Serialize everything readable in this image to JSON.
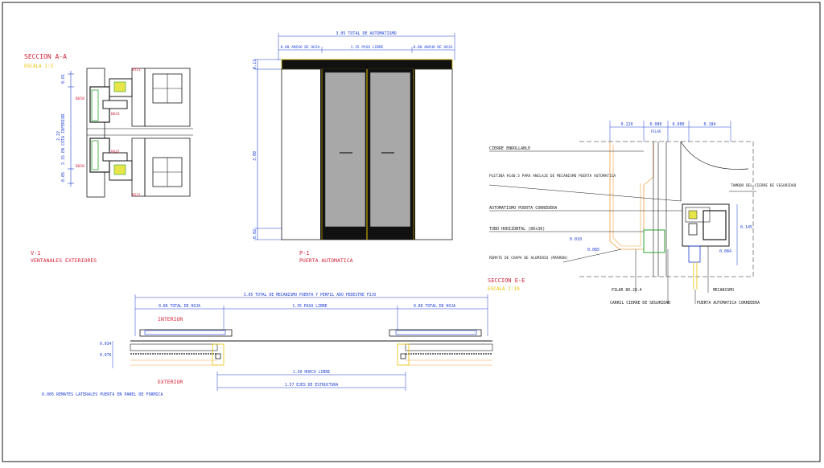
{
  "colors": {
    "background": "#ffffff",
    "line": "#1a1a1a",
    "dim": "#1f3fd6",
    "title_red": "#d3243a",
    "scale_yellow": "#e6c200",
    "frame_orange": "#f0a040",
    "green": "#2ca02c",
    "door_fill": "#a8a8a8",
    "header_dark": "#111111"
  },
  "section_aa": {
    "title": "SECCION A-A",
    "scale": "ESCALA 1:5",
    "dims": [
      "0.01",
      "2.22",
      "2.15 EN COTA INFERIOR",
      "0.05"
    ],
    "tags": [
      "B521",
      "B658",
      "B641",
      "B641",
      "B658",
      "B521"
    ]
  },
  "v1": {
    "code": "V-1",
    "name": "VENTANALES EXTERIORES"
  },
  "p1": {
    "code": "P-1",
    "name": "PUERTA AUTOMATICA",
    "dim_total": "3.05 TOTAL DE AUTOMATISMO",
    "dim_left": "0.80 ANCHO DE HOJA",
    "dim_mid": "1.35 PASO LIBRE",
    "dim_right": "0.80 ANCHO DE HOJA",
    "dim_top": "0.13",
    "dim_height": "3.00",
    "dim_bottom": "0.02"
  },
  "plan": {
    "dim_total": "3.05 TOTAL DE MECANISMO PUERTA  Y PERFIL ADO PEDESTRE FIJO",
    "dim_left": "0.80 TOTAL DE HOJA",
    "dim_mid": "1.35 PASO LIBRE",
    "dim_right": "0.80 TOTAL DE HOJA",
    "interior": "INTERIOR",
    "exterior": "EXTERIOR",
    "dim_034": "0.034",
    "dim_076": "0.076",
    "dim_hueco": "1.50 HUECO LIBRE",
    "dim_ejes": "1.57 EJES DE ESTRUCTURA",
    "note": "0.005 REMATES LATERALES PUERTA EN PANEL DE FORMICA"
  },
  "section_ee": {
    "title": "SECCION E-E",
    "scale": "ESCALA 1:10",
    "top_dims": [
      "0.120",
      "0.080",
      "0.080",
      "0.184"
    ],
    "dim_pilar": "PILAR",
    "callouts": [
      "CIERRE ENROLLABLE",
      "PLETINA #140.5 PARA ANCLAJE DE MECANISMO PUERTA AUTOMATICA",
      "AUTOMATISMO PUERTA CORREDERA",
      "TUBO HORIZONTAL (80x30)",
      "REMATE DE CHAPA DE ALUMINIO (MARRON)"
    ],
    "right_label": "TAMBOR DEL CIERRE DE SEGURIDAD",
    "right_dims": [
      "0.145",
      "0.084"
    ],
    "left_dims": [
      "0.010",
      "0.085"
    ],
    "bottom_labels": [
      "PILAR 80.20.4",
      "CARRIL CIERRE DE SEGURIDAD",
      "MECANISMO",
      "PUERTA AUTOMATICA CORREDERA"
    ]
  }
}
